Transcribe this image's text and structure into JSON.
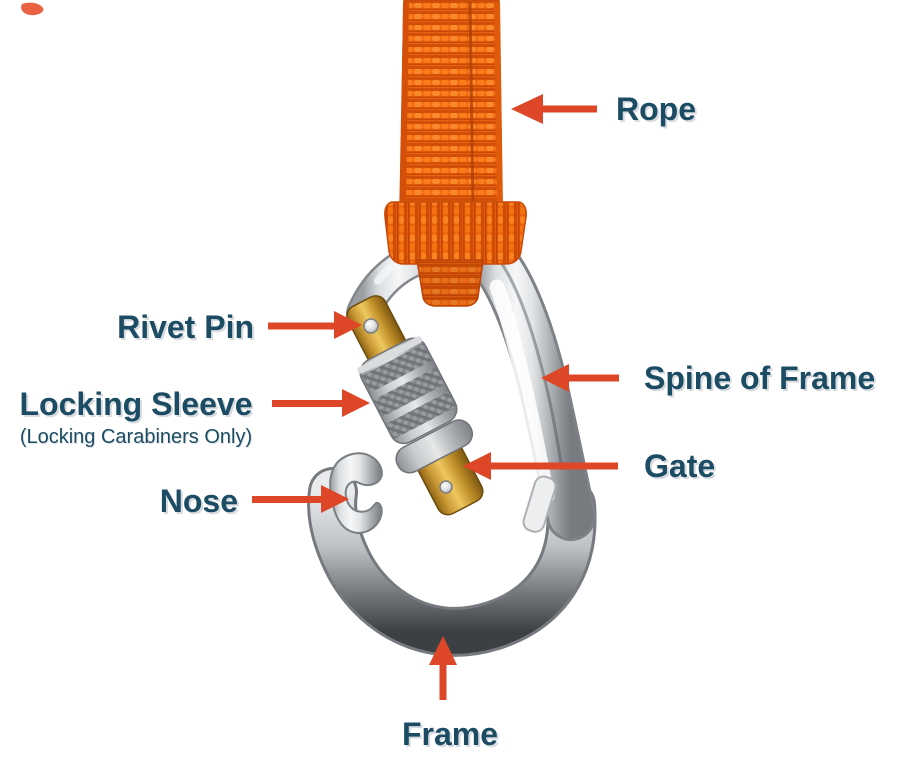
{
  "diagram": {
    "subject": "Carabiner and rope parts diagram",
    "labels": [
      {
        "id": "rope",
        "text": "Rope"
      },
      {
        "id": "rivet-pin",
        "text": "Rivet Pin"
      },
      {
        "id": "locking-sleeve",
        "text": "Locking Sleeve",
        "subtext": "(Locking Carabiners Only)"
      },
      {
        "id": "nose",
        "text": "Nose"
      },
      {
        "id": "spine-of-frame",
        "text": "Spine of Frame"
      },
      {
        "id": "gate",
        "text": "Gate"
      },
      {
        "id": "frame",
        "text": "Frame"
      }
    ],
    "parts_pictured": [
      "webbing rope",
      "rivet pin",
      "locking sleeve",
      "nose",
      "spine",
      "gate",
      "frame"
    ]
  },
  "colors": {
    "arrow": "#dd4727",
    "label_text": "#1c4c63",
    "webbing_orange": "#ef650f",
    "webbing_highlight": "#fb8a2c",
    "webbing_shadow": "#c84808",
    "chrome_light": "#f5f6f7",
    "chrome_mid": "#b9bcc0",
    "chrome_dark": "#3c3f43",
    "gold": "#eec75f",
    "sleeve_gray": "#a9acaf",
    "background": "#ffffff"
  }
}
